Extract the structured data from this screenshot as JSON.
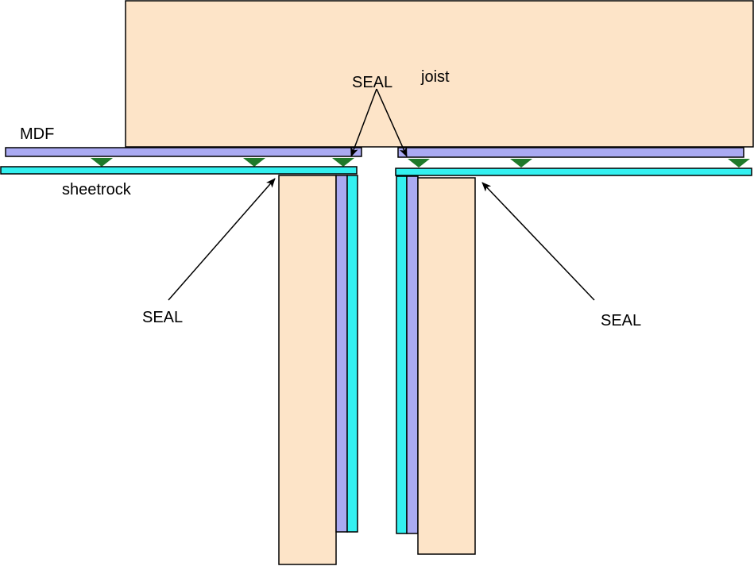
{
  "labels": {
    "joist": "joist",
    "mdf": "MDF",
    "sheetrock": "sheetrock",
    "seal_top": "SEAL",
    "seal_left": "SEAL",
    "seal_right": "SEAL"
  },
  "colors": {
    "wood": "#FDE4C8",
    "mdf": "#AAAAF2",
    "sheetrock": "#33F0F0",
    "seal_bead": "#1F7A2A",
    "outline": "#000000",
    "background": "#FFFFFF"
  }
}
